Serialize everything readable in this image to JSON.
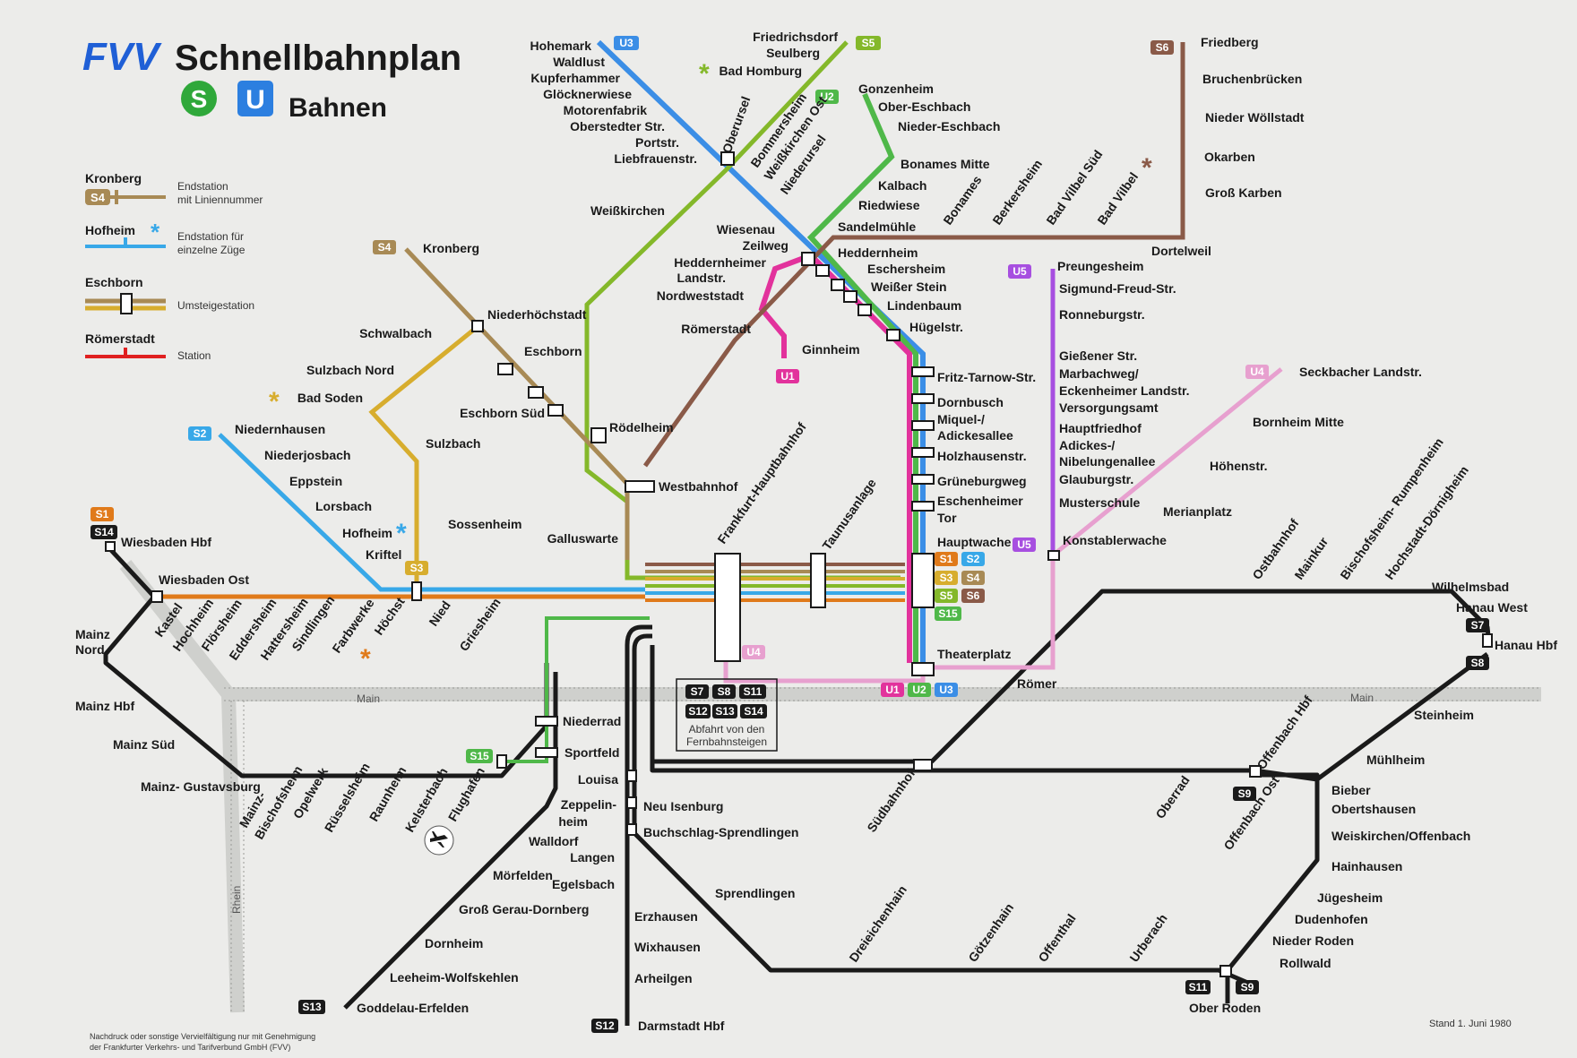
{
  "title": {
    "logo": "FVV",
    "main": "Schnellbahnplan",
    "s_badge": "S",
    "u_badge": "U",
    "sub": "Bahnen"
  },
  "colors": {
    "U1": "#e2329c",
    "U2": "#4fb849",
    "U3": "#3b8ee6",
    "U4": "#e7a0cf",
    "U5": "#a74fe0",
    "S1": "#e07a1a",
    "S2": "#38a8e8",
    "S3": "#d7ad2e",
    "S4": "#a88a55",
    "S5": "#84b82a",
    "S6": "#8a5a48",
    "S14": "#1a1a1a",
    "S15": "#4fb849",
    "black": "#1a1a1a",
    "background": "#ececea",
    "station": "#e02020"
  },
  "legend": {
    "endstation_name": "Kronberg",
    "endstation_badge": "S4",
    "endstation_text1": "Endstation",
    "endstation_text2": "mit Liniennummer",
    "endstation_some_name": "Hofheim",
    "endstation_some_text1": "Endstation für",
    "endstation_some_text2": "einzelne Züge",
    "transfer_name": "Eschborn",
    "transfer_text": "Umsteigestation",
    "station_name": "Römerstadt",
    "station_text": "Station"
  },
  "main_badge_top": [
    "S1",
    "S2",
    "S3",
    "S4",
    "S5",
    "S6",
    "S15"
  ],
  "theater_badges": [
    "U1",
    "U2",
    "U3"
  ],
  "far_block": {
    "badges": [
      "S7",
      "S8",
      "S11",
      "S12",
      "S13",
      "S14"
    ],
    "line1": "Abfahrt von den",
    "line2": "Fernbahnsteigen"
  },
  "rivers": {
    "main": "Main",
    "rhein": "Rhein"
  },
  "badges": {
    "u3_top": "U3",
    "s5_top": "S5",
    "u2_top": "U2",
    "s6_top": "S6",
    "u5_top": "U5",
    "u5_mid": "U5",
    "u4_top": "U4",
    "u4_mid": "U4",
    "u1_end": "U1",
    "s4_top": "S4",
    "s2_top": "S2",
    "s3_end": "S3",
    "s1_top": "S1",
    "s14_top": "S14",
    "s15_end": "S15",
    "s13_end": "S13",
    "s12_end": "S12",
    "s7_end": "S7",
    "s8_end": "S8",
    "s9_offb": "S9",
    "s11_ober": "S11",
    "s9_ober": "S9"
  },
  "labels": {
    "hohemark": "Hohemark",
    "waldlust": "Waldlust",
    "kupferhammer": "Kupferhammer",
    "glocknerwiese": "Glöcknerwiese",
    "motorenfabrik": "Motorenfabrik",
    "oberstedter": "Oberstedter Str.",
    "portstr": "Portstr.",
    "liebfrauenstr": "Liebfrauenstr.",
    "oberursel": "Oberursel",
    "bommersheim": "Bommersheim",
    "weisskirchen_ost": "Weißkirchen Ost",
    "niederursel": "Niederursel",
    "friedrichsdorf": "Friedrichsdorf",
    "seulberg": "Seulberg",
    "bad_homburg": "Bad Homburg",
    "weisskirchen": "Weißkirchen",
    "gonzenheim": "Gonzenheim",
    "ober_eschbach": "Ober-Eschbach",
    "nieder_eschbach": "Nieder-Eschbach",
    "bonames_mitte": "Bonames Mitte",
    "kalbach": "Kalbach",
    "riedwiese": "Riedwiese",
    "sandelmuhle": "Sandelmühle",
    "bonames": "Bonames",
    "berkersheim": "Berkersheim",
    "bad_vilbel_sud": "Bad Vilbel Süd",
    "bad_vilbel": "Bad Vilbel",
    "dortelweil": "Dortelweil",
    "friedberg": "Friedberg",
    "bruchenbrucken": "Bruchenbrücken",
    "nieder_wollstadt": "Nieder Wöllstadt",
    "okarben": "Okarben",
    "gross_karben": "Groß Karben",
    "wiesenau": "Wiesenau",
    "zeilweg": "Zeilweg",
    "heddernheim": "Heddernheim",
    "eschersheim": "Eschersheim",
    "weisser_stein": "Weißer Stein",
    "lindenbaum": "Lindenbaum",
    "hugelstr": "Hügelstr.",
    "heddernheimer1": "Heddernheimer",
    "heddernheimer2": "Landstr.",
    "nordweststadt": "Nordweststadt",
    "romerstadt": "Römerstadt",
    "ginnheim": "Ginnheim",
    "fritz_tarnow": "Fritz-Tarnow-Str.",
    "dornbusch": "Dornbusch",
    "miquel": "Miquel-/",
    "adickesallee": "Adickesallee",
    "holzhausenstr": "Holzhausenstr.",
    "gruneburgweg": "Grüneburgweg",
    "eschenheimer1": "Eschenheimer",
    "eschenheimer2": "Tor",
    "hauptwache": "Hauptwache",
    "theaterplatz": "Theaterplatz",
    "romer": "Römer",
    "preungesheim": "Preungesheim",
    "sigmund_freud": "Sigmund-Freud-Str.",
    "ronneburgstr": "Ronneburgstr.",
    "giessener": "Gießener Str.",
    "marbachweg": "Marbachweg/",
    "eckenheimer": "Eckenheimer Landstr.",
    "versorgungsamt": "Versorgungsamt",
    "hauptfriedhof": "Hauptfriedhof",
    "adickes2": "Adickes-/",
    "nibelungenallee": "Nibelungenallee",
    "glauburgstr": "Glauburgstr.",
    "musterschule": "Musterschule",
    "konstablerwache": "Konstablerwache",
    "seckbacher": "Seckbacher Landstr.",
    "bornheim_mitte": "Bornheim Mitte",
    "hohenstr": "Höhenstr.",
    "merianplatz": "Merianplatz",
    "kronberg": "Kronberg",
    "niederhochstadt": "Niederhöchstadt",
    "schwalbach": "Schwalbach",
    "eschborn": "Eschborn",
    "sulzbach_nord": "Sulzbach Nord",
    "bad_soden": "Bad Soden",
    "eschborn_sud": "Eschborn Süd",
    "rodelheim": "Rödelheim",
    "sulzbach": "Sulzbach",
    "sossenheim": "Sossenheim",
    "westbahnhof": "Westbahnhof",
    "galluswarte": "Galluswarte",
    "niedernhausen": "Niedernhausen",
    "niederjosbach": "Niederjosbach",
    "eppstein": "Eppstein",
    "lorsbach": "Lorsbach",
    "hofheim": "Hofheim",
    "kriftel": "Kriftel",
    "wiesbaden_hbf": "Wiesbaden Hbf",
    "wiesbaden_ost": "Wiesbaden Ost",
    "kastel": "Kastel",
    "hochheim": "Hochheim",
    "florsheim": "Flörsheim",
    "eddersheim": "Eddersheim",
    "hattersheim": "Hattersheim",
    "sindlingen": "Sindlingen",
    "farbwerke": "Farbwerke",
    "hochst": "Höchst",
    "nied": "Nied",
    "griesheim": "Griesheim",
    "hbf": "Frankfurt-Hauptbahnhof",
    "taunusanlage": "Taunusanlage",
    "mainz_nord1": "Mainz",
    "mainz_nord2": "Nord",
    "mainz_hbf": "Mainz Hbf",
    "mainz_sud": "Mainz Süd",
    "mainz_gustavsburg": "Mainz- Gustavsburg",
    "mainz_bischofsheim1": "Mainz-",
    "mainz_bischofsheim2": "Bischofsheim",
    "opelwerk": "Opelwerk",
    "russelsheim": "Rüsselsheim",
    "raunheim": "Raunheim",
    "kelsterbach": "Kelsterbach",
    "flughafen": "Flughafen",
    "niederrad": "Niederrad",
    "sportfeld": "Sportfeld",
    "louisa": "Louisa",
    "zeppelinheim1": "Zeppelin-",
    "zeppelinheim2": "heim",
    "walldorf": "Walldorf",
    "morfelden": "Mörfelden",
    "gross_gerau": "Groß Gerau-Dornberg",
    "dornheim": "Dornheim",
    "leeheim": "Leeheim-Wolfskehlen",
    "goddelau": "Goddelau-Erfelden",
    "neu_isenburg": "Neu Isenburg",
    "buchschlag": "Buchschlag-Sprendlingen",
    "langen": "Langen",
    "egelsbach": "Egelsbach",
    "erzhausen": "Erzhausen",
    "wixhausen": "Wixhausen",
    "arheilgen": "Arheilgen",
    "darmstadt": "Darmstadt Hbf",
    "sprendlingen": "Sprendlingen",
    "dreieichenhain": "Dreieichenhain",
    "gotzenhain": "Götzenhain",
    "offenthal": "Offenthal",
    "urberach": "Urberach",
    "ober_roden": "Ober Roden",
    "rollwald": "Rollwald",
    "nieder_roden": "Nieder Roden",
    "dudenhofen": "Dudenhofen",
    "jugesheim": "Jügesheim",
    "hainhausen": "Hainhausen",
    "weiskirchen": "Weiskirchen/Offenbach",
    "obertshausen": "Obertshausen",
    "bieber": "Bieber",
    "offenbach_ost": "Offenbach Ost",
    "offenbach_hbf": "Offenbach Hbf",
    "oberrad": "Oberrad",
    "sudbahnhof": "Südbahnhof",
    "ostbahnhof": "Ostbahnhof",
    "mainkur": "Mainkur",
    "bischofsheim_rump": "Bischofsheim- Rumpenheim",
    "hochstadt": "Hochstadt-Dörnigheim",
    "wilhelmsbad": "Wilhelmsbad",
    "hanau_west": "Hanau West",
    "hanau_hbf": "Hanau Hbf",
    "steinheim": "Steinheim",
    "muhlheim": "Mühlheim"
  },
  "footer": {
    "note1": "Nachdruck oder sonstige Vervielfältigung nur mit Genehmigung",
    "note2": "der Frankfurter Verkehrs- und Tarifverbund GmbH (FVV)",
    "stand": "Stand 1. Juni 1980"
  }
}
